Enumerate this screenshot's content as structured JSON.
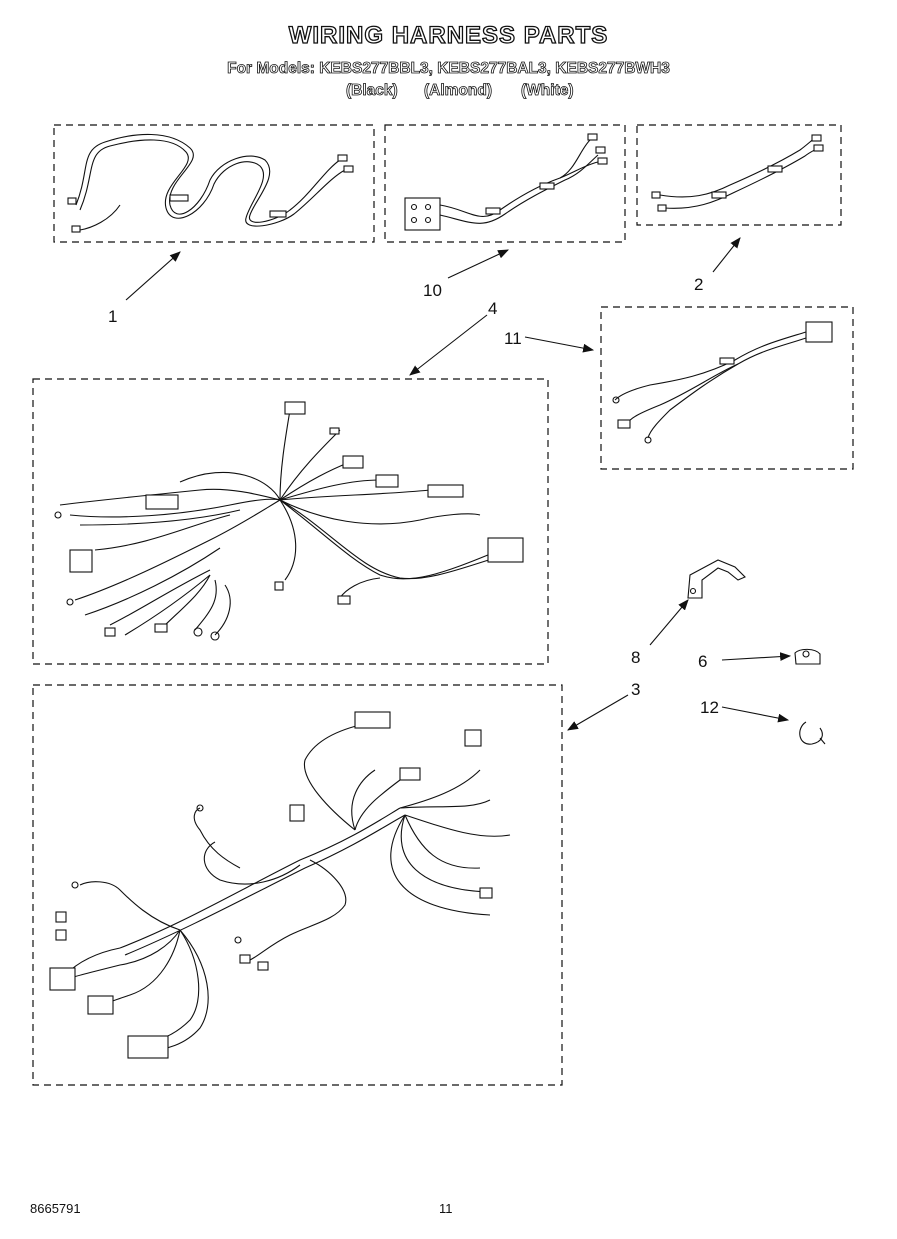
{
  "header": {
    "title": "WIRING HARNESS PARTS",
    "models": "For Models: KEBS277BBL3, KEBS277BAL3, KEBS277BWH3",
    "colors": [
      "(Black)",
      "(Almond)",
      "(White)"
    ]
  },
  "callouts": {
    "p1": "1",
    "p2": "2",
    "p3": "3",
    "p4": "4",
    "p6": "6",
    "p8": "8",
    "p10": "10",
    "p11": "11",
    "p12": "12"
  },
  "footer": {
    "doc_number": "8665791",
    "page_number": "11"
  }
}
